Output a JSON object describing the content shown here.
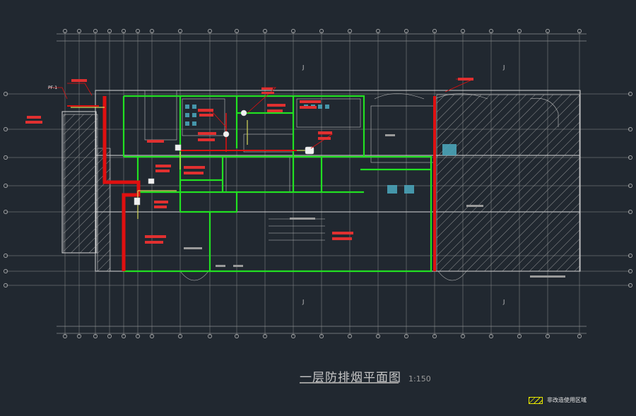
{
  "drawing": {
    "title": "一层防排烟平面图",
    "scale": "1:150",
    "legend_label": "非改造使用区域"
  },
  "annotations": [
    {
      "id": "pf1",
      "text": "PF-1"
    },
    {
      "id": "n2",
      "text": "J"
    },
    {
      "id": "n3",
      "text": "J"
    },
    {
      "id": "n4",
      "text": "J"
    },
    {
      "id": "n5",
      "text": "J"
    }
  ],
  "colors": {
    "background": "#212830",
    "grid": "#c8c8c8",
    "zone": "#22e022",
    "duct": "#e01010",
    "walls": "#d8d8d8",
    "legend": "#e8e800"
  }
}
